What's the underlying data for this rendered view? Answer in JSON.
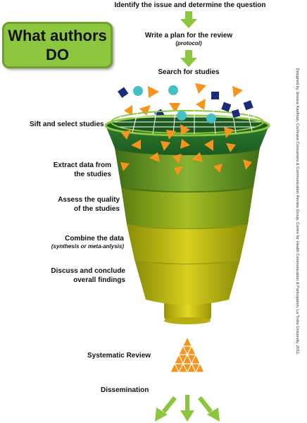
{
  "badge": {
    "line1": "What authors",
    "line2": "DO"
  },
  "steps": {
    "identify": "Identify the issue and determine the question",
    "plan": "Write a plan for the review",
    "plan_sub": "(protocol)",
    "search": "Search for studies",
    "sift": "Sift and select studies",
    "extract_1": "Extract data from",
    "extract_2": "the studies",
    "assess_1": "Assess the quality",
    "assess_2": "of the studies",
    "combine": "Combine the data",
    "combine_sub": "(synthesis or meta-anlysis)",
    "discuss_1": "Discuss and conclude",
    "discuss_2": "overall findings",
    "review": "Systematic Review",
    "dissemination": "Dissemination"
  },
  "credit": "Designed by Jessica Kaufman, Cochrane Consumers & Communication Review Group, Centre for Health Communication & Participation, La Trobe University, 2011.",
  "colors": {
    "arrow_green": "#8cc63f",
    "badge_green": "#8dc63f",
    "funnel_dark": "#1e5a1f",
    "funnel_mid": "#6a9a24",
    "funnel_yellow": "#c9c20e",
    "triangle_orange": "#f7941d",
    "square_navy": "#1b2a7a",
    "circle_teal": "#45c0c5"
  }
}
